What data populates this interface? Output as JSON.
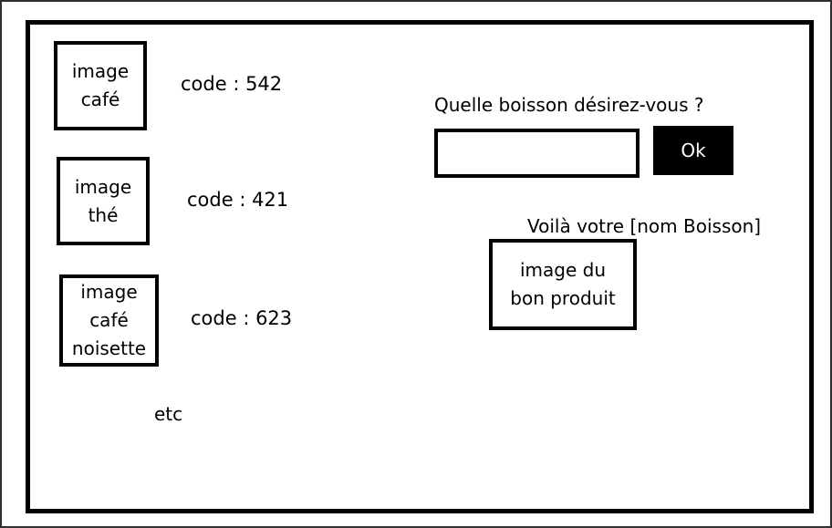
{
  "drinks": [
    {
      "image_label": "image\ncafé",
      "code": "code : 542"
    },
    {
      "image_label": "image\nthé",
      "code": "code : 421"
    },
    {
      "image_label": "image\ncafé\nnoisette",
      "code": "code : 623"
    }
  ],
  "etc_label": "etc",
  "order": {
    "question": "Quelle boisson désirez-vous ?",
    "input_value": "",
    "ok_label": "Ok"
  },
  "result": {
    "message": "Voilà votre [nom Boisson]",
    "image_label": "image du\nbon produit"
  }
}
